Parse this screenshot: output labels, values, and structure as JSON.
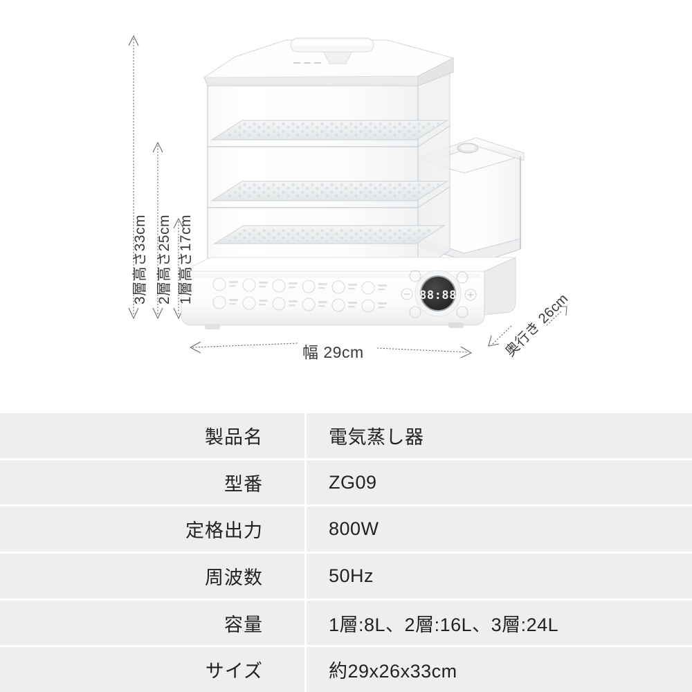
{
  "product_image": {
    "alt": "3段電気蒸し器の製品画像",
    "dimension_annotations": {
      "height_3layer": "3層高さ33cm",
      "height_2layer": "2層高さ25cm",
      "height_1layer": "1層高さ17cm",
      "width": "幅 29cm",
      "depth": "奥行き 26cm"
    },
    "control_panel": {
      "display_value": "88:88",
      "minus_label": "−",
      "plus_label": "+"
    }
  },
  "spec_table": {
    "rows": [
      {
        "label": "製品名",
        "value": "電気蒸し器"
      },
      {
        "label": "型番",
        "value": "ZG09"
      },
      {
        "label": "定格出力",
        "value": "800W"
      },
      {
        "label": "周波数",
        "value": "50Hz"
      },
      {
        "label": "容量",
        "value": "1層:8L、2層:16L、3層:24L"
      },
      {
        "label": "サイズ",
        "value": "約29x26x33cm"
      }
    ]
  },
  "colors": {
    "table_background": "#eeeeee",
    "table_divider": "#ffffff",
    "text": "#222222",
    "page_background": "#ffffff",
    "display_background": "#2a2a2a"
  }
}
